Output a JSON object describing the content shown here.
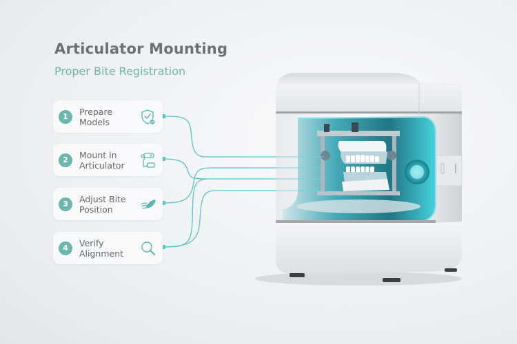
{
  "header": {
    "title": "Articulator Mounting",
    "subtitle": "Proper Bite Registration"
  },
  "steps": [
    {
      "number": "1",
      "label": "Prepare\nModels",
      "icon": "shield-check-icon"
    },
    {
      "number": "2",
      "label": "Mount in\nArticulator",
      "icon": "articulator-icon"
    },
    {
      "number": "3",
      "label": "Adjust Bite\nPosition",
      "icon": "feather-adjust-icon"
    },
    {
      "number": "4",
      "label": "Verify\nAlignment",
      "icon": "magnifier-icon"
    }
  ],
  "colors": {
    "accent": "#5cc3c6",
    "badge": "#6db5ad",
    "title": "#6d6f73",
    "subtitle": "#6fb3ab"
  },
  "illustration": {
    "subject": "dental-articulator-device",
    "contents": "dental-models-upper-lower"
  }
}
